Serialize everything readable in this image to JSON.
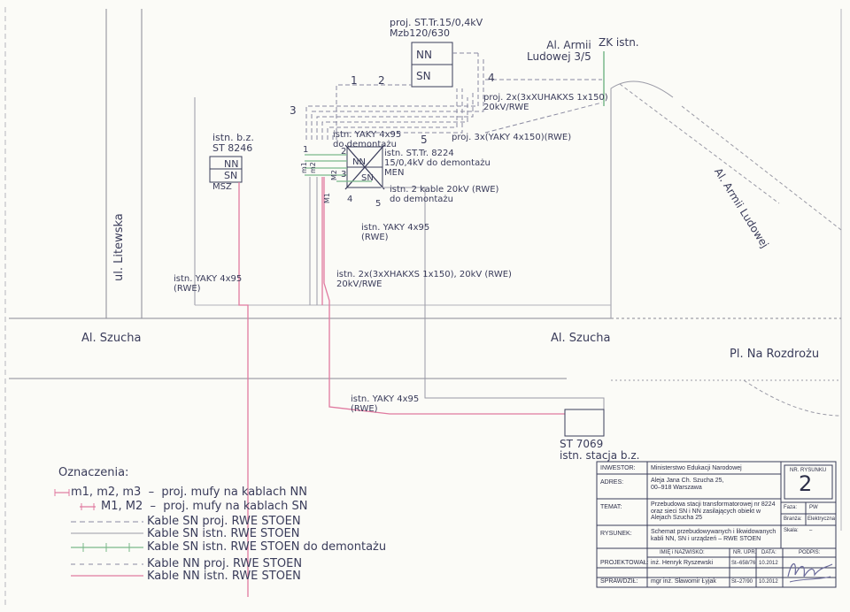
{
  "drawing": {
    "proposed_station": "proj. ST.Tr.15/0,4kV\nMzb120/630",
    "nn_label": "NN",
    "sn_label": "SN",
    "zk_label": "ZK istn.",
    "al_armii_top": "Al. Armii\nLudowej 3/5",
    "cable_20kv_proj": "proj. 2x(3xXUHAKXS 1x150)\n20kV/RWE",
    "cable_3x_proj": "proj. 3x(YAKY 4x150)(RWE)",
    "num_1": "1",
    "num_2": "2",
    "num_3": "3",
    "num_4": "4",
    "num_5": "5",
    "left_station": "istn. b.z.\nST 8246",
    "msz": "MSZ",
    "yaky_demont": "istn. YAKY 4x95\ndo demontażu",
    "station_8224": "istn. ST.Tr. 8224\n15/0,4kV do demontażu\nMEN",
    "kable_20kv": "istn. 2 kable 20kV (RWE)\ndo demontażu",
    "yaky_rwe_mid": "istn. YAKY 4x95\n(RWE)",
    "yaky_rwe_left": "istn. YAKY 4x95\n(RWE)",
    "cable_20kv_istn": "istn. 2x(3xXHAKXS 1x150), 20kV (RWE)\n20kV/RWE",
    "mufa_m1": "m1",
    "mufa_m2": "m2",
    "mufa_M1": "M1",
    "mufa_M2": "M2",
    "street_litewska": "ul. Litewska",
    "street_szucha_left": "Al. Szucha",
    "street_szucha_right": "Al. Szucha",
    "street_armii_diag": "Al. Armii Ludowej",
    "street_rozdrozu": "Pl. Na Rozdrożu",
    "yaky_rwe_bottom": "istn. YAKY 4x95\n(RWE)",
    "st7069": "ST 7069\nistn. stacja b.z."
  },
  "legend": {
    "title": "Oznaczenia:",
    "items": [
      "m1, m2, m3  –  proj. mufy na kablach NN",
      "M1, M2  –  proj. mufy na kablach SN",
      "Kable SN proj. RWE STOEN",
      "Kable SN istn. RWE STOEN",
      "Kable SN istn. RWE STOEN do demontażu",
      "Kable NN proj. RWE STOEN",
      "Kable NN istn. RWE STOEN"
    ]
  },
  "title_block": {
    "investor_label": "INWESTOR:",
    "investor_value": "Ministerstwo Edukacji Narodowej",
    "address_label": "ADRES:",
    "address_value": "Aleja Jana Ch. Szucha 25,\n00–918 Warszawa",
    "topic_label": "TEMAT:",
    "topic_value": "Przebudowa stacji transformatorowej nr 8224\noraz sieci SN i NN zasilających obiekt w\nAlejach Szucha 25",
    "drawing_label": "RYSUNEK:",
    "drawing_value": "Schemat przebudowywanych i likwidowanych\nkabli NN, SN i urządzeń – RWE STOEN",
    "sheet_no_label": "NR. RYSUNKU",
    "sheet_no": "2",
    "phase_label": "Faza:",
    "phase_value": "PW",
    "branch_label": "Branża:",
    "branch_value": "Elektryczna",
    "scale_label": "Skala:",
    "scale_value": "–",
    "col_name": "IMIĘ i NAZWISKO:",
    "col_perm": "NR. UPR.",
    "col_date": "DATA:",
    "col_sign": "PODPIS:",
    "designer_label": "PROJEKTOWAŁ:",
    "designer_name": "inż. Henryk Ryszewski",
    "designer_perm": "St–658/76",
    "designer_date": "10.2012",
    "checker_label": "SPRAWDZIŁ:",
    "checker_name": "mgr inż. Sławomir Łyjak",
    "checker_perm": "St–27/90",
    "checker_date": "10.2012"
  },
  "colors": {
    "ink": "#3a3c5a",
    "pink_cable": "#e07aa0",
    "green_cable": "#7ab88a",
    "grey_line": "#9a9aa6",
    "dash_line": "#8a8aa0"
  }
}
